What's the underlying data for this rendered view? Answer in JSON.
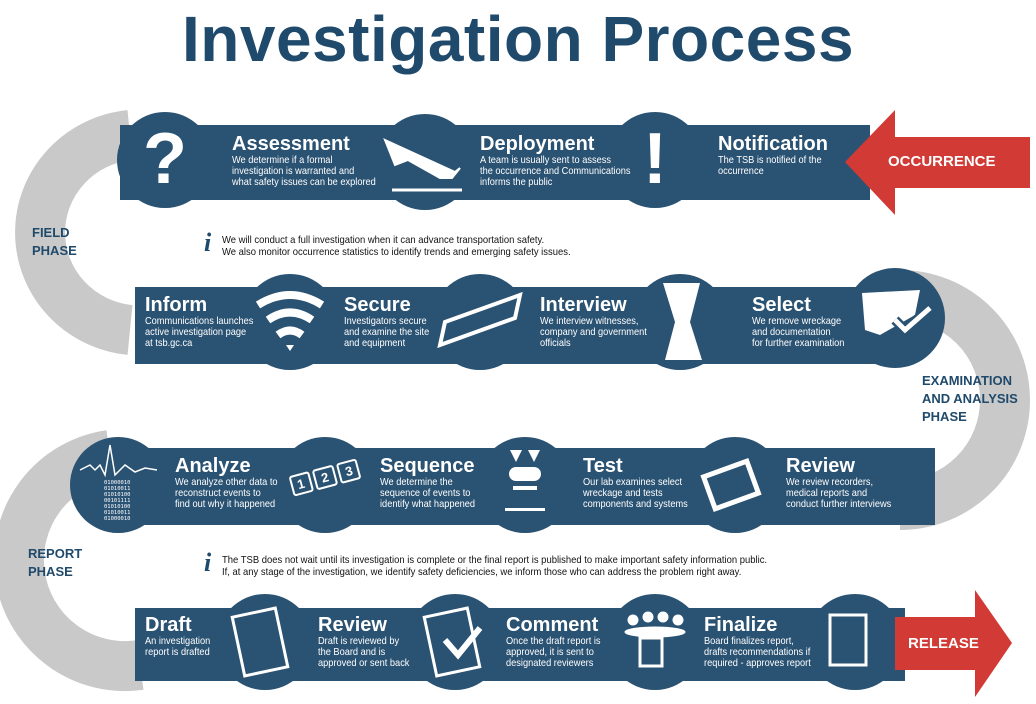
{
  "title": "Investigation Process",
  "colors": {
    "band": "#2a5272",
    "accent": "#d13a35",
    "curve": "#c9c9c9",
    "title": "#1f4a6b"
  },
  "arrows": {
    "start": "OCCURRENCE",
    "end": "RELEASE"
  },
  "phases": {
    "field": [
      "FIELD",
      "PHASE"
    ],
    "exam": [
      "EXAMINATION",
      "AND ANALYSIS",
      "PHASE"
    ],
    "report": [
      "REPORT",
      "PHASE"
    ]
  },
  "info": [
    [
      "We will conduct a full investigation when it can advance transportation safety.",
      "We also monitor occurrence statistics to identify trends and emerging safety issues."
    ],
    [
      "The TSB does not wait until its investigation is complete or the final report is published to make important safety information public.",
      "If, at any stage of the investigation, we identify safety deficiencies, we inform those who can address the problem right away."
    ]
  ],
  "info_icon": "i",
  "steps": {
    "assessment": {
      "title": "Assessment",
      "icon": "question-icon",
      "lines": [
        "We determine if a formal",
        "investigation is warranted and",
        "what safety issues can be explored"
      ]
    },
    "deployment": {
      "title": "Deployment",
      "icon": "airplane-icon",
      "lines": [
        "A team is usually sent to assess",
        "the occurrence and Communications",
        "informs the public"
      ]
    },
    "notification": {
      "title": "Notification",
      "icon": "exclamation-icon",
      "lines": [
        "The TSB is notified of the",
        "occurrence"
      ]
    },
    "inform": {
      "title": "Inform",
      "icon": "wifi-icon",
      "lines": [
        "Communications launches",
        "active investigation page",
        "at tsb.gc.ca"
      ]
    },
    "secure": {
      "title": "Secure",
      "icon": "barrier-icon",
      "lines": [
        "Investigators secure",
        "and examine the site",
        "and equipment"
      ]
    },
    "interview": {
      "title": "Interview",
      "icon": "faces-speech-icon",
      "lines": [
        "We interview witnesses,",
        "company and government",
        "officials"
      ]
    },
    "select": {
      "title": "Select",
      "icon": "checkmark-wreckage-icon",
      "lines": [
        "We remove wreckage",
        "and documentation",
        "for further examination"
      ]
    },
    "analyze": {
      "title": "Analyze",
      "icon": "data-graph-icon",
      "binary": [
        "01000010",
        "01010011",
        "01010100",
        "00101111",
        "01010100",
        "01010011",
        "01000010"
      ],
      "lines": [
        "We analyze other data to",
        "reconstruct events to",
        "find out why it happened"
      ]
    },
    "sequence": {
      "title": "Sequence",
      "icon": "sequence-icon",
      "numbers": [
        "1",
        "2",
        "3"
      ],
      "lines": [
        "We determine the",
        "sequence of events to",
        "identify what happened"
      ]
    },
    "test": {
      "title": "Test",
      "icon": "lab-test-icon",
      "lines": [
        "Our lab examines select",
        "wreckage and tests",
        "components and systems"
      ]
    },
    "review1": {
      "title": "Review",
      "icon": "folder-icon",
      "lines": [
        "We review recorders,",
        "medical reports and",
        "conduct further interviews"
      ]
    },
    "draft": {
      "title": "Draft",
      "icon": "document-icon",
      "lines": [
        "An investigation",
        "report is drafted"
      ]
    },
    "review2": {
      "title": "Review",
      "icon": "document-check-icon",
      "lines": [
        "Draft is reviewed by",
        "the Board and is",
        "approved or sent back"
      ]
    },
    "comment": {
      "title": "Comment",
      "icon": "reviewers-icon",
      "lines": [
        "Once the draft report is",
        "approved, it is sent to",
        "designated reviewers"
      ]
    },
    "finalize": {
      "title": "Finalize",
      "icon": "final-report-icon",
      "lines": [
        "Board finalizes report,",
        "drafts recommendations if",
        "required - approves report"
      ]
    }
  }
}
